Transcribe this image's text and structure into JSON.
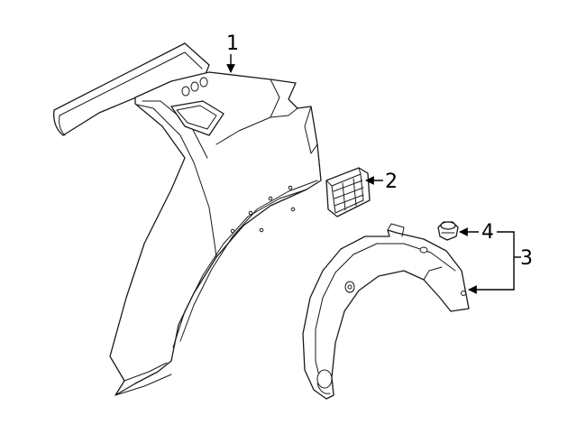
{
  "callouts": [
    {
      "number": "1",
      "part": "quarter-panel"
    },
    {
      "number": "2",
      "part": "vent-grille"
    },
    {
      "number": "3",
      "part": "wheelhouse-liner-assembly"
    },
    {
      "number": "4",
      "part": "push-nut"
    }
  ],
  "colors": {
    "line": "#1a1a1a",
    "fill": "#ffffff",
    "background": "#ffffff"
  }
}
